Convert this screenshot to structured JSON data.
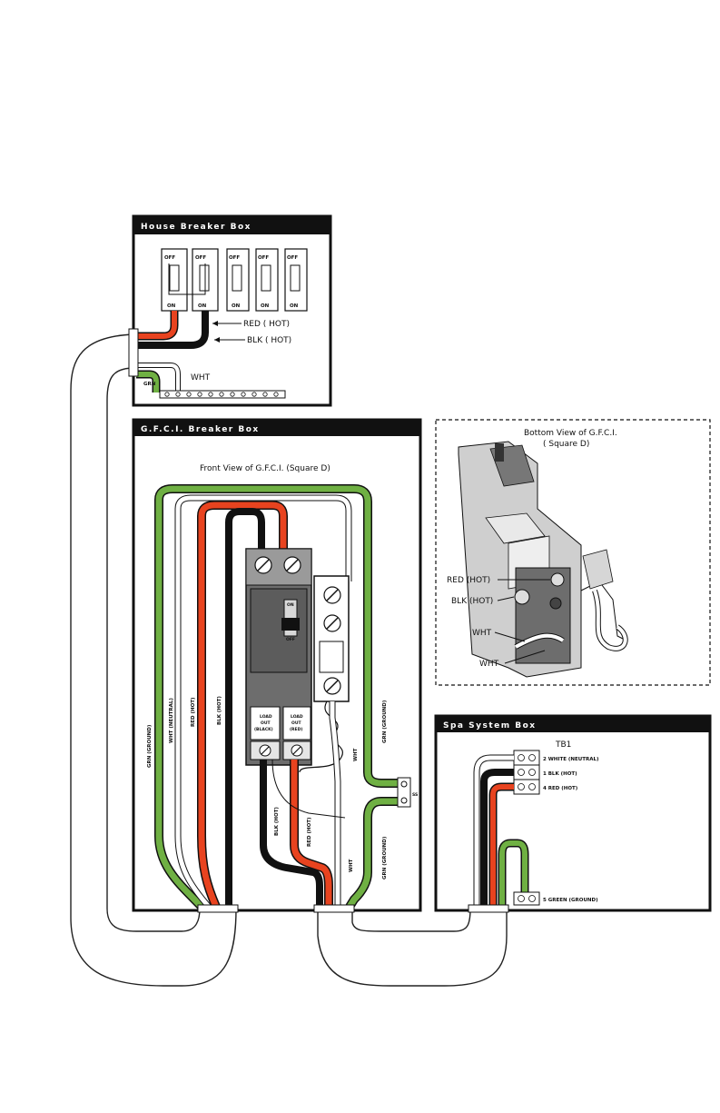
{
  "house_box": {
    "title": "House Breaker Box",
    "breaker_off": "OFF",
    "breaker_on": "ON",
    "label_red": "RED ( HOT)",
    "label_blk": "BLK ( HOT)",
    "label_grn": "GRN",
    "label_wht": "WHT"
  },
  "gfci_box": {
    "title": "G.F.C.I. Breaker Box",
    "front_view": "Front View of G.F.C.I. (Square D)",
    "breaker_off": "OFF",
    "breaker_on": "ON",
    "load_black": [
      "LOAD",
      "OUT",
      "(BLACK)"
    ],
    "load_red": [
      "LOAD",
      "OUT",
      "(RED)"
    ],
    "wire_grn": "GRN (GROUND)",
    "wire_wht_neutral": "WHT (NEUTRAL)",
    "wire_red": "RED (HOT)",
    "wire_blk": "BLK (HOT)",
    "wire_wht": "WHT",
    "wire_grn_right": "GRN (GROUND)",
    "wire_blk_out": "BLK (HOT)",
    "wire_red_out": "RED (HOT)",
    "wire_wht_out": "WHT",
    "wire_grn_out": "GRN (GROUND)",
    "bar_label": "SS"
  },
  "bottom_view": {
    "title_line1": "Bottom View of G.F.C.I.",
    "title_line2": "( Square D)",
    "label_red": "RED (HOT)",
    "label_blk": "BLK (HOT)",
    "label_wht1": "WHT",
    "label_wht2": "WHT"
  },
  "spa_box": {
    "title": "Spa System Box",
    "terminal_block": "TB1",
    "t_white": "2  WHITE (NEUTRAL)",
    "t_blk": "1  BLK (HOT)",
    "t_red": "4  RED (HOT)",
    "t_green": "5  GREEN (GROUND)"
  },
  "colors": {
    "red": "#e8431f",
    "black": "#111111",
    "green": "#6fb043",
    "white_wire": "#ffffff",
    "box_line": "#111111",
    "breaker_grey": "#6d6d6d"
  }
}
